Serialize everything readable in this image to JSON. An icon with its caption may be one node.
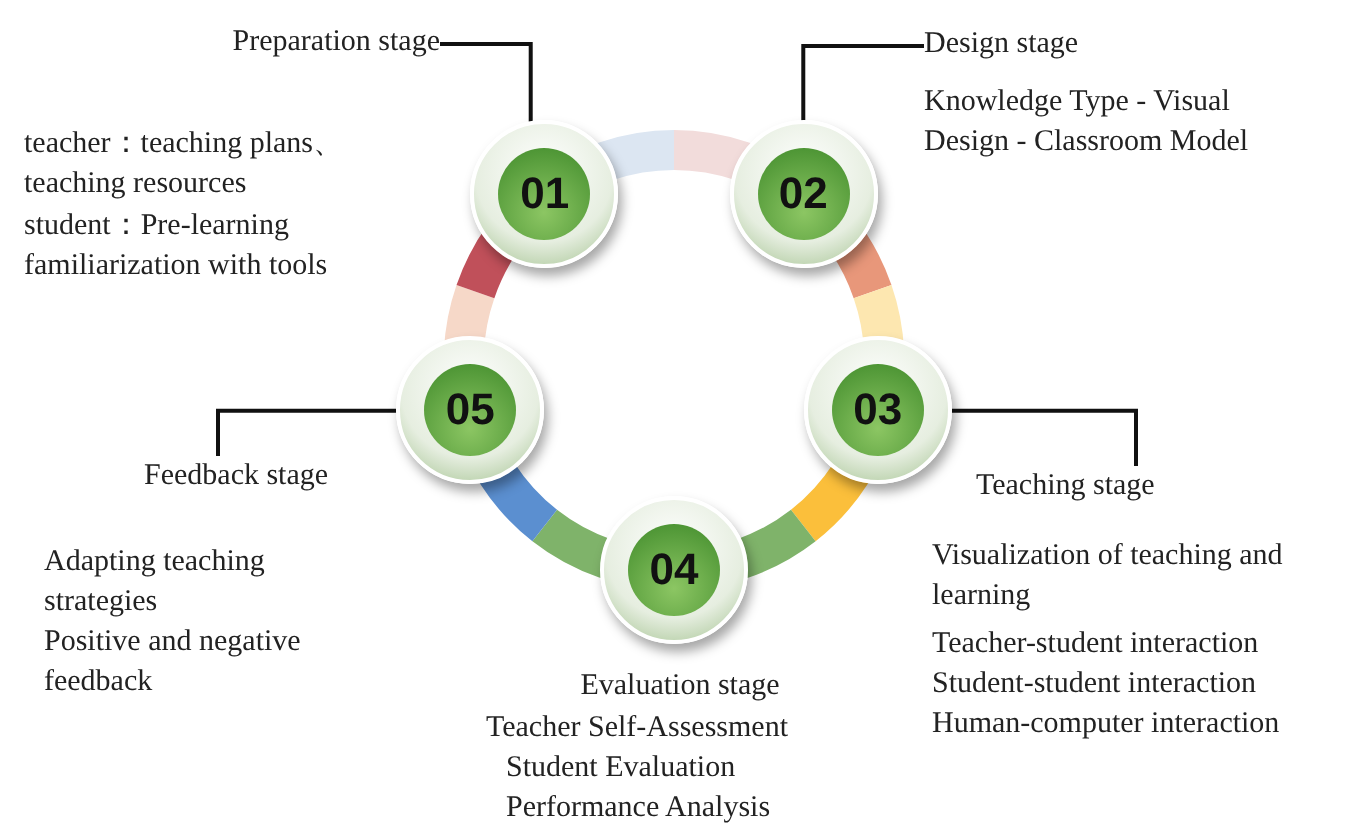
{
  "diagram": {
    "nodes": [
      {
        "text": [
          "Preparation stage"
        ]
      },
      {
        "text": [
          "01"
        ]
      },
      {
        "text": [
          "Design stage"
        ]
      },
      {
        "text": [
          "02"
        ]
      },
      {
        "text": [
          "Teaching stage"
        ]
      },
      {
        "text": [
          "03"
        ]
      },
      {
        "text": [
          "04"
        ]
      },
      {
        "text": [
          "Feedback stage"
        ]
      },
      {
        "text": [
          "05"
        ]
      }
    ],
    "edges": [
      {
        "from": 0,
        "to": 1,
        "arrow": "none"
      },
      {
        "from": 2,
        "to": 3,
        "arrow": "none"
      },
      {
        "from": 4,
        "to": 5,
        "arrow": "none"
      },
      {
        "from": 7,
        "to": 8,
        "arrow": "none"
      }
    ],
    "labels": [
      "teacher：teaching plans、teaching resources",
      "student：Pre-learning familiarization with tools",
      "Knowledge Type - Visual Design - Classroom Model",
      "Visualization of teaching and learning",
      "Teacher-student interaction",
      "Student-student interaction",
      "Human-computer interaction",
      "Evaluation stage",
      "Teacher Self-Assessment",
      "Student Evaluation",
      "Performance Analysis",
      "Adapting teaching strategies",
      "Positive and negative feedback"
    ]
  }
}
